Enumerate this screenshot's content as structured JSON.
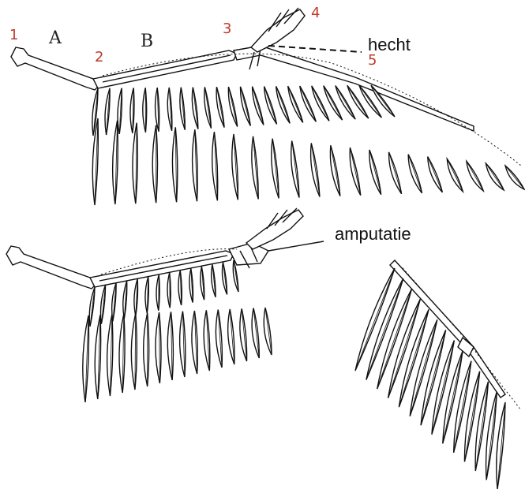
{
  "labels": {
    "n1": "1",
    "n2": "2",
    "n3": "3",
    "n4": "4",
    "n5": "5",
    "a": "A",
    "b": "B",
    "hecht": "hecht",
    "amputatie": "amputatie"
  },
  "colors": {
    "number_labels": "#c0392b",
    "ink": "#111111",
    "feather_fill": "#ffffff"
  },
  "icons": {
    "top_wing": "full-bird-wing-illustration",
    "middle_wing": "amputated-bird-wing-illustration",
    "right_wing": "wing-tip-closeup-illustration"
  }
}
